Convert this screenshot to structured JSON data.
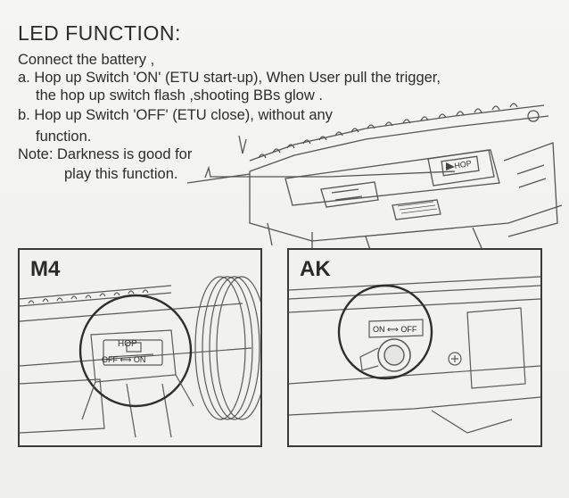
{
  "heading": "LED FUNCTION:",
  "instructions": {
    "intro": "Connect the battery ,",
    "a_line1": "a. Hop up Switch 'ON'  (ETU start-up),  When User pull the trigger,",
    "a_line2": "the hop up switch flash ,shooting BBs glow .",
    "b_line1": "b. Hop up Switch 'OFF' (ETU close), without any",
    "b_line2": "function.",
    "note_line1": "Note: Darkness is good for",
    "note_line2": "play this function."
  },
  "diagram_top": {
    "hop_label": "HOP"
  },
  "panel_m4": {
    "label": "M4",
    "hop_label": "HOP",
    "switch_label": "OFF ⟺ ON"
  },
  "panel_ak": {
    "label": "AK",
    "switch_label": "ON ⟺ OFF"
  }
}
